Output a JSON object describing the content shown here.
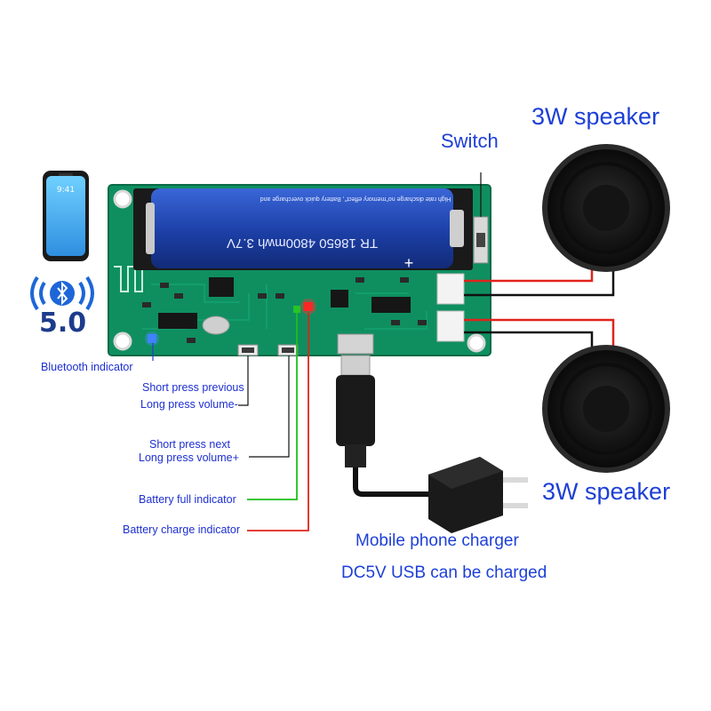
{
  "battery": {
    "brand": "TR 18650 4800mwh 3.7V",
    "plus_sign": "+",
    "top_text": "High rate discharge no\"memory effect\", Battery quick overcharge and"
  },
  "phone": {
    "time": "9:41"
  },
  "bluetooth": {
    "version": "5.0"
  },
  "labels": {
    "switch": "Switch",
    "speaker_top": "3W speaker",
    "speaker_bottom": "3W speaker",
    "bluetooth_indicator": "Bluetooth indicator",
    "prev_line1": "Short press previous",
    "prev_line2": "Long press volume-",
    "next_line1": "Short press next",
    "next_line2": "Long press volume+",
    "battery_full": "Battery full indicator",
    "battery_charge": "Battery charge indicator",
    "charger_line1": "Mobile phone charger",
    "charger_line2": "DC5V USB can be charged"
  },
  "colors": {
    "pcb": "#0f8f60",
    "battery": "#1a3fa8",
    "label_text": "#1d3fd6",
    "wire_red": "#e0241c",
    "wire_black": "#111111",
    "lead_green": "#1fbf1f",
    "lead_red": "#e0241c"
  }
}
